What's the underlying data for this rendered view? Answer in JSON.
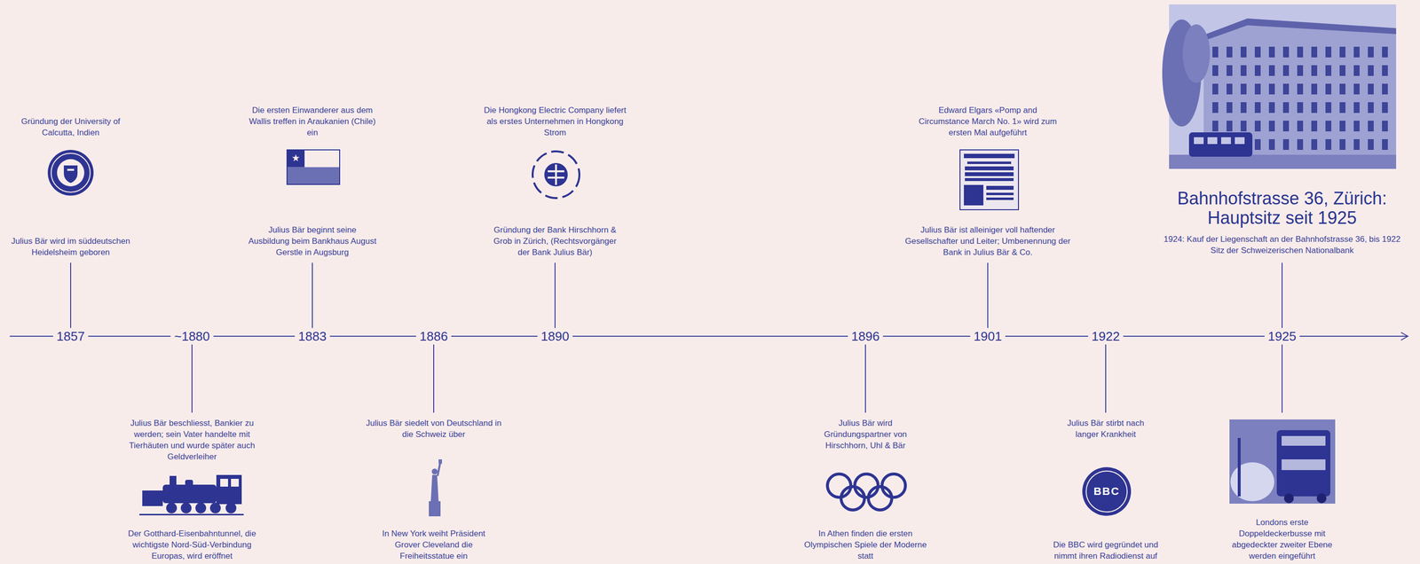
{
  "diagram": {
    "title": "Bahnhofstrasse 36, Zürich: Hauptsitz seit 1925",
    "labels": [
      "Gründung der University of Calcutta, Indien",
      "Julius Bär wird im süddeutschen Heidelsheim geboren",
      "Die ersten Einwanderer aus dem Wallis treffen in Araukanien (Chile) ein",
      "Julius Bär beginnt seine Ausbildung beim Bankhaus August Gerstle in Augsburg",
      "Die Hongkong Electric Company liefert als erstes Unternehmen in Hongkong Strom",
      "Gründung der Bank Hirschhorn & Grob in Zürich, (Rechtsvorgänger der Bank Julius Bär)",
      "Edward Elgars «Pomp and Circumstance March No. 1» wird zum ersten Mal aufgeführt",
      "Julius Bär ist alleiniger voll haftender Gesellschafter und Leiter; Umbenennung der Bank in Julius Bär & Co.",
      "1924: Kauf der Liegenschaft an der Bahnhofstrasse 36, bis 1922 Sitz der Schweizerischen Nationalbank",
      "1857",
      "~1880",
      "1883",
      "1886",
      "1890",
      "1896",
      "1901",
      "1922",
      "1925",
      "Julius Bär beschliesst, Bankier zu werden; sein Vater handelte mit Tierhäuten und wurde später auch Geldverleiher",
      "Julius Bär siedelt von Deutschland in die Schweiz über",
      "Julius Bär wird Gründungspartner von Hirschhorn, Uhl & Bär",
      "Julius Bär stirbt nach langer Krankheit",
      "Der Gotthard-Eisenbahntunnel, die wichtigste Nord-Süd-Verbindung Europas, wird eröffnet",
      "In New York weiht Präsident Grover Cleveland die Freiheitsstatue ein",
      "In Athen finden die ersten Olympischen Spiele der Moderne statt",
      "Die BBC wird gegründet und nimmt ihren Radiodienst auf",
      "Londons erste Doppeldeckerbusse mit abgedeckter zweiter Ebene werden eingeführt",
      "BBC"
    ]
  }
}
